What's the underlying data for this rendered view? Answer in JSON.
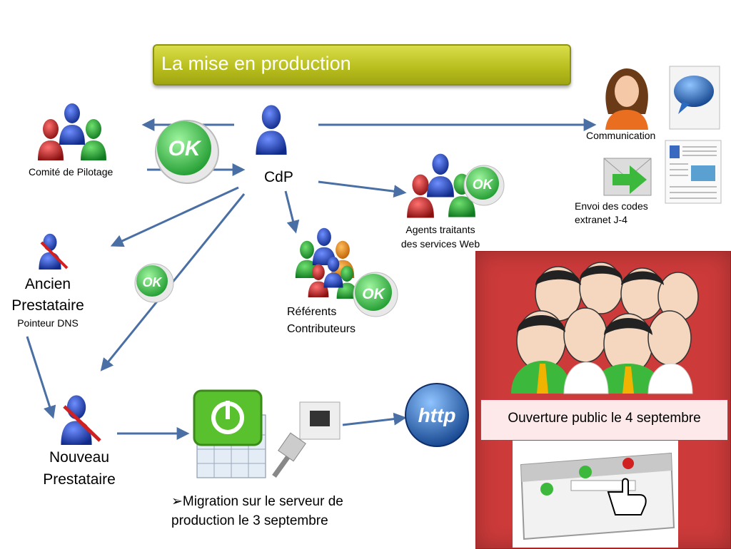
{
  "title": "La mise en production",
  "nodes": {
    "comite": "Comité de  Pilotage",
    "cdp": "CdP",
    "communication": "Communication",
    "envoi_line1": "Envoi des codes",
    "envoi_line2": "extranet J-4",
    "agents_line1": "Agents traitants",
    "agents_line2": "des services Web",
    "ancien_line1": "Ancien",
    "ancien_line2": "Prestataire",
    "ancien_line3": "Pointeur DNS",
    "referents_line1": "Référents",
    "referents_line2": "Contributeurs",
    "nouveau_line1": "Nouveau",
    "nouveau_line2": "Prestataire",
    "migration_line1": "Migration sur le serveur de",
    "migration_line2": "production le 3 septembre",
    "ouverture": "Ouverture public le 4 septembre"
  },
  "badges": {
    "ok": "OK",
    "http": "http"
  },
  "colors": {
    "title_bg": "#b7bd1c",
    "arrow": "#4a6fa5",
    "panel_red": "#cc3a3a",
    "ok_green": "#3cb83c",
    "user_blue": "#1f3fb0",
    "user_red": "#b01f1f",
    "user_green": "#1f9a2f"
  }
}
